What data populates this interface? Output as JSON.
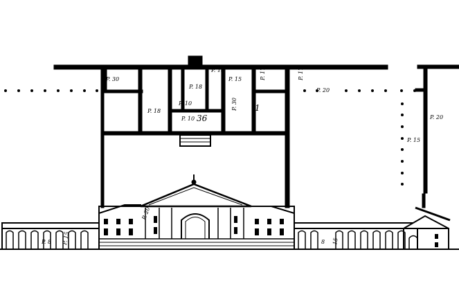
{
  "plan_labels": {
    "l1": "P. 30",
    "l2": "P. 18",
    "l3": "P. 15",
    "l4": "P. 17",
    "l5": "P. 17",
    "l6": "P. 18",
    "l7": "P. 10",
    "l8": "36",
    "l9": "P. 30",
    "l10": "P. 20",
    "l11": "P. 10",
    "l12": "P. 15",
    "l13": "P. 20",
    "l14": "1",
    "l15": "P. 18"
  },
  "elevation_labels": {
    "e1": "P. 20",
    "e2": "P. 8",
    "e3": "P. 15",
    "e4": "8",
    "e5": "15"
  },
  "style": {
    "ink": "#000000",
    "paper": "#ffffff"
  }
}
